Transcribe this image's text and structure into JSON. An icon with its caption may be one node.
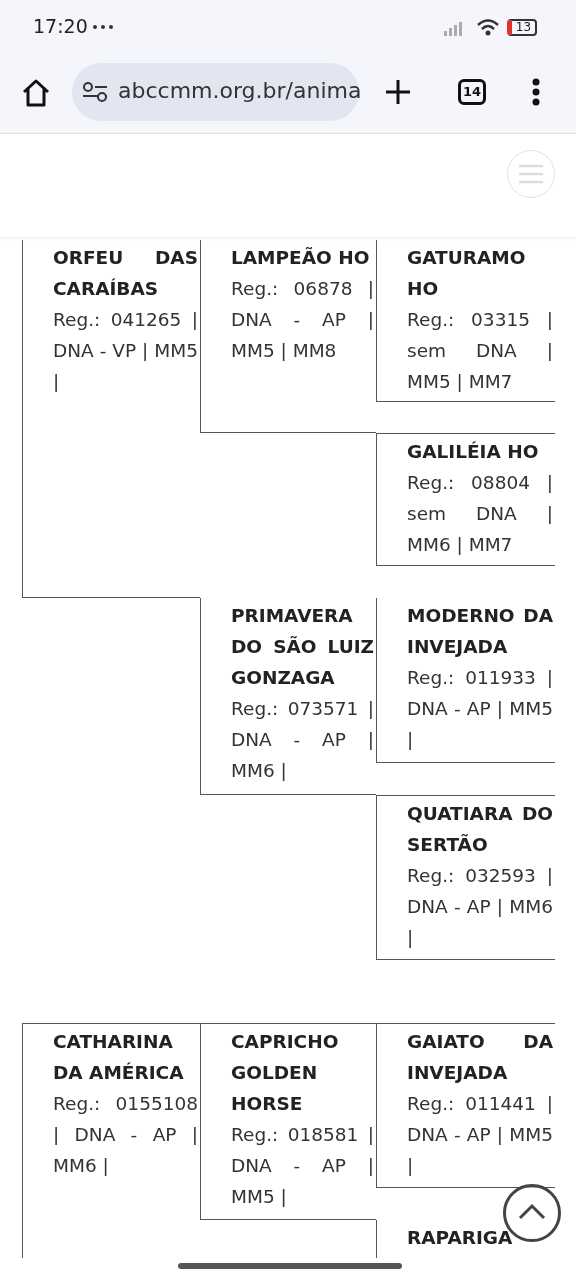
{
  "diagram": {
    "nodes": [
      {
        "text": [
          "ORFEU DAS CARAÍBAS",
          "Reg.: 041265 | DNA - VP | MM5 |"
        ]
      },
      {
        "text": [
          "LAMPEÃO HO",
          "Reg.: 06878 | DNA - AP | MM5 | MM8"
        ]
      },
      {
        "text": [
          "GATURAMO HO",
          "Reg.: 03315 | sem DNA | MM5 | MM7"
        ]
      },
      {
        "text": [
          "GALILÉIA HO",
          "Reg.: 08804 | sem DNA | MM6 | MM7"
        ]
      },
      {
        "text": [
          "PRIMAVERA DO SÃO LUIZ GONZAGA",
          "Reg.: 073571 | DNA - AP | MM6 |"
        ]
      },
      {
        "text": [
          "MODERNO DA INVEJADA",
          "Reg.: 011933 | DNA - AP | MM5 |"
        ]
      },
      {
        "text": [
          "QUATIARA DO SERTÃO",
          "Reg.: 032593 | DNA - AP | MM6 |"
        ]
      },
      {
        "text": [
          "CATHARINA DA AMÉRICA",
          "Reg.: 0155108 | DNA - AP | MM6 |"
        ]
      },
      {
        "text": [
          "CAPRICHO GOLDEN HORSE",
          "Reg.: 018581 | DNA - AP | MM5 |"
        ]
      },
      {
        "text": [
          "GAIATO DA INVEJADA",
          "Reg.: 011441 | DNA - AP | MM5 |"
        ]
      },
      {
        "text": [
          "RAPARIGA"
        ]
      }
    ],
    "labels": [
      "17:20",
      "13",
      "abccmm.org.br/anima",
      "14"
    ]
  }
}
